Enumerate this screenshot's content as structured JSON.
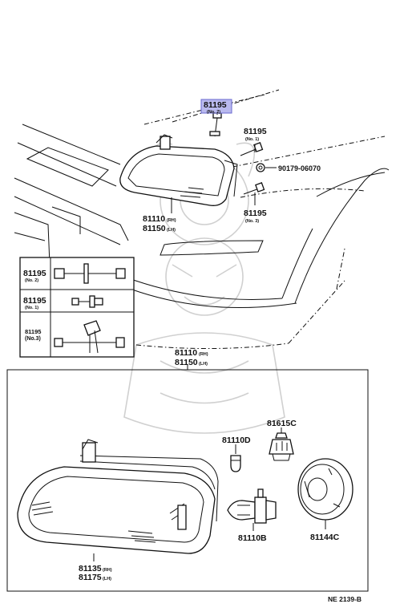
{
  "labels": {
    "top_highlight_part": "81195",
    "top_highlight_sub": "(No. 2)",
    "bolt_no1_part": "81195",
    "bolt_no1_sub": "(No. 1)",
    "bolt_no3_part": "81195",
    "bolt_no3_sub": "(No. 3)",
    "nut_part": "90179-06070",
    "headlamp_rh": "81110",
    "headlamp_rh_suffix": "(RH)",
    "headlamp_lh": "81150",
    "headlamp_lh_suffix": "(LH)",
    "detail_rh": "81110",
    "detail_rh_suffix": "(RH)",
    "detail_lh": "81150",
    "detail_lh_suffix": "(LH)",
    "socket_part": "81615C",
    "bulb_small_part": "81110D",
    "bulb_main_part": "81110B",
    "cover_part": "81144C",
    "lens_rh": "81135",
    "lens_rh_suffix": "(RH)",
    "lens_lh": "81175",
    "lens_lh_suffix": "(LH)",
    "page_code": "NE 2139-B"
  },
  "legend": {
    "row1_part": "81195",
    "row1_sub": "(No. 2)",
    "row2_part": "81195",
    "row2_sub": "(No. 1)",
    "row3_part": "81195",
    "row3_sub": "(No.3)"
  },
  "colors": {
    "highlight_fill": "#b9b9ee",
    "line": "#111111",
    "watermark": "#d0d0d0"
  }
}
